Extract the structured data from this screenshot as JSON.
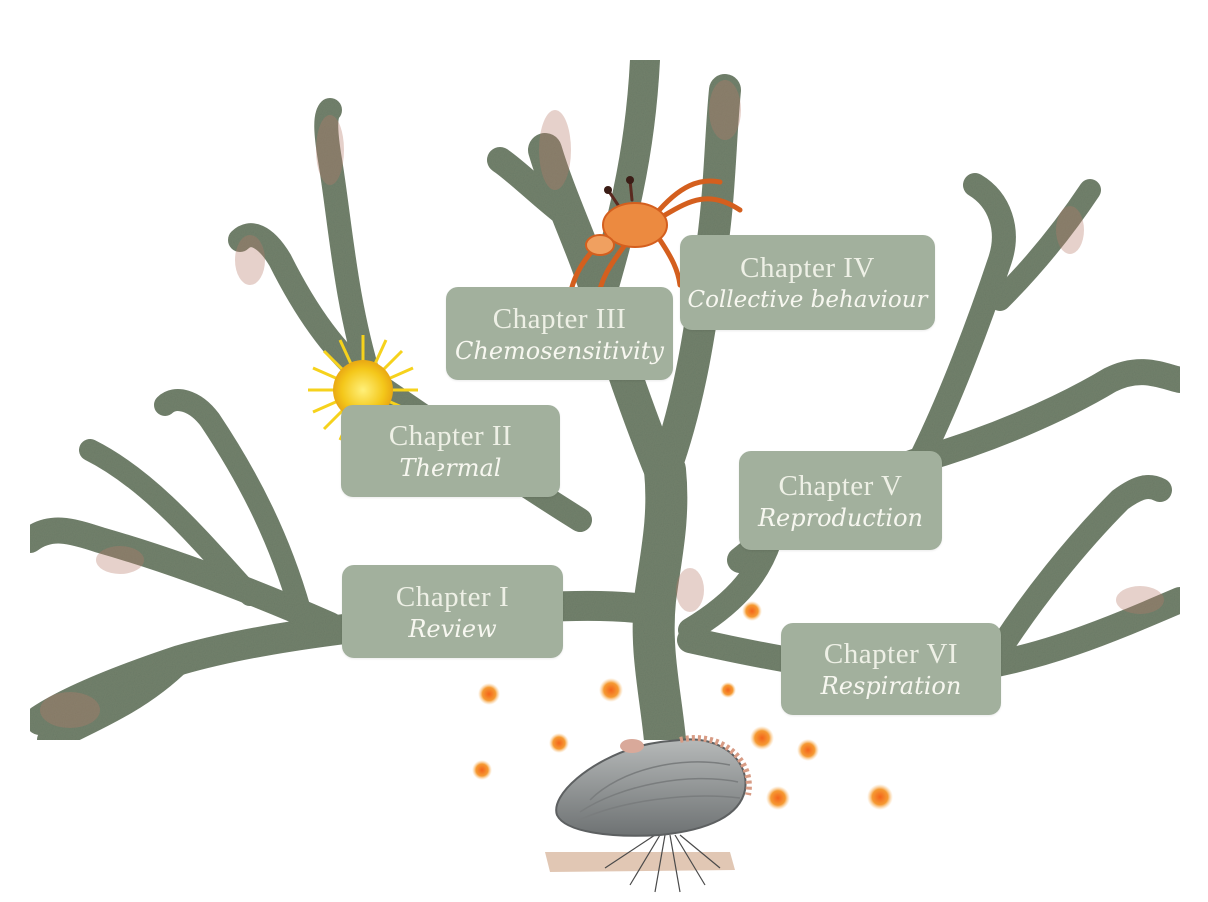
{
  "chapters": [
    {
      "number": "Chapter I",
      "topic": "Review"
    },
    {
      "number": "Chapter II",
      "topic": "Thermal"
    },
    {
      "number": "Chapter III",
      "topic": "Chemosensitivity"
    },
    {
      "number": "Chapter IV",
      "topic": "Collective behaviour"
    },
    {
      "number": "Chapter V",
      "topic": "Reproduction"
    },
    {
      "number": "Chapter VI",
      "topic": "Respiration"
    }
  ],
  "colors": {
    "label_box": "#a2b09d",
    "seaweed": "#6f7e6a",
    "seaweed_tint": "#a9776a",
    "sun": "#f4c71a",
    "crab": "#e0772e",
    "spawn": "#f08a2a",
    "mussel": "#8a8d8e"
  },
  "icons": [
    "seaweed-illustration",
    "sun-icon",
    "crab-icon",
    "mussel-icon",
    "spawn-dots"
  ]
}
